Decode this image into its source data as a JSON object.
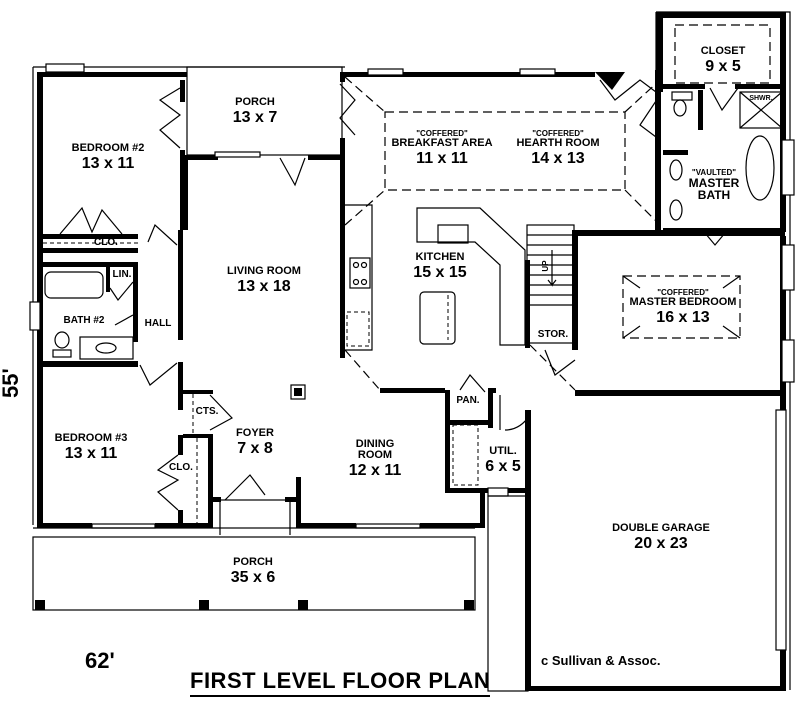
{
  "plan": {
    "title": "FIRST LEVEL FLOOR PLAN",
    "dimension_width": "62'",
    "dimension_depth": "55'",
    "copyright": "c Sullivan & Assoc."
  },
  "rooms": {
    "bedroom2": {
      "name": "BEDROOM #2",
      "size": "13 x 11"
    },
    "porch_rear": {
      "name": "PORCH",
      "size": "13 x 7"
    },
    "breakfast": {
      "ceiling": "\"COFFERED\"",
      "name": "BREAKFAST AREA",
      "size": "11 x 11"
    },
    "hearth": {
      "ceiling": "\"COFFERED\"",
      "name": "HEARTH ROOM",
      "size": "14 x 13"
    },
    "closet": {
      "name": "CLOSET",
      "size": "9 x 5"
    },
    "shower": {
      "name": "SHWR."
    },
    "master_bath": {
      "ceiling": "\"VAULTED\"",
      "name_line1": "MASTER",
      "name_line2": "BATH"
    },
    "clo_bed2": {
      "name": "CLO."
    },
    "lin": {
      "name": "LIN."
    },
    "bath2": {
      "name": "BATH #2"
    },
    "hall": {
      "name": "HALL"
    },
    "living": {
      "name": "LIVING ROOM",
      "size": "13 x 18"
    },
    "kitchen": {
      "name": "KITCHEN",
      "size": "15 x 15"
    },
    "stair": {
      "label": "UP"
    },
    "stor": {
      "name": "STOR."
    },
    "master_bed": {
      "ceiling": "\"COFFERED\"",
      "name": "MASTER BEDROOM",
      "size": "16 x 13"
    },
    "cts": {
      "name": "CTS."
    },
    "foyer": {
      "name": "FOYER",
      "size": "7 x 8"
    },
    "pan": {
      "name": "PAN."
    },
    "bedroom3": {
      "name": "BEDROOM #3",
      "size": "13 x 11"
    },
    "clo_bed3": {
      "name": "CLO."
    },
    "dining": {
      "name_line1": "DINING",
      "name_line2": "ROOM",
      "size": "12 x 11"
    },
    "util": {
      "name": "UTIL.",
      "size": "6 x 5"
    },
    "garage": {
      "name": "DOUBLE GARAGE",
      "size": "20 x 23"
    },
    "porch_front": {
      "name": "PORCH",
      "size": "35 x 6"
    }
  }
}
